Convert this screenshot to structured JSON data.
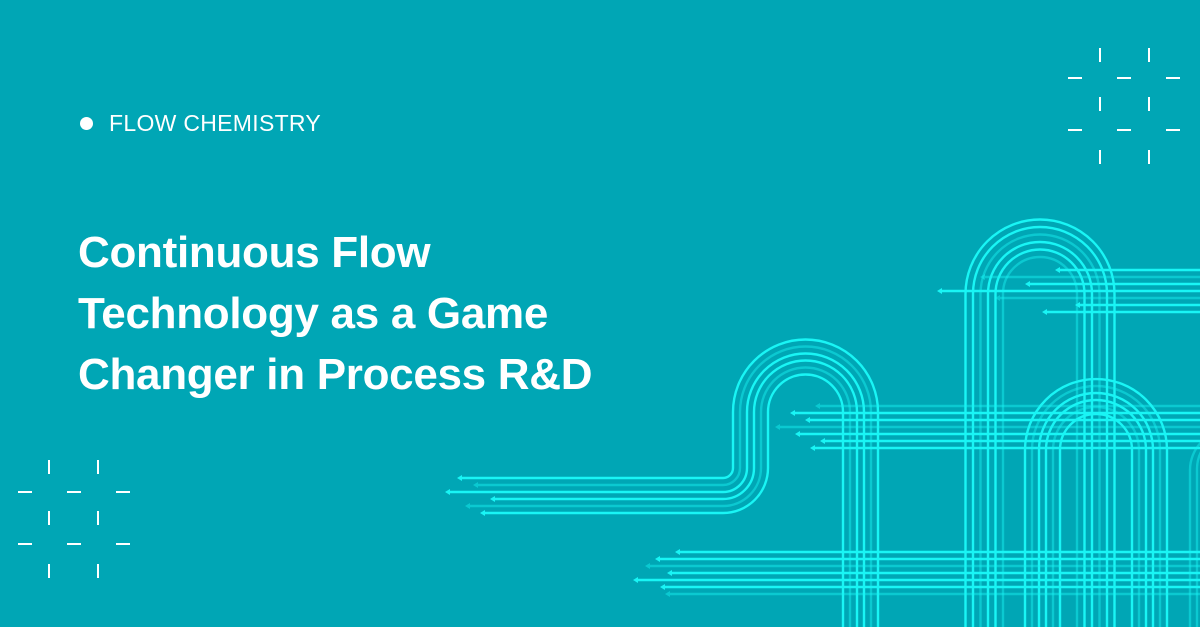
{
  "eyebrow": {
    "label": "FLOW CHEMISTRY",
    "icon": "dot-icon"
  },
  "title": {
    "lines": [
      "Continuous Flow",
      "Technology as a Game",
      "Changer in Process R&D"
    ]
  },
  "colors": {
    "background": "#00a6b5",
    "line": "#19f5f5",
    "text": "#ffffff"
  }
}
